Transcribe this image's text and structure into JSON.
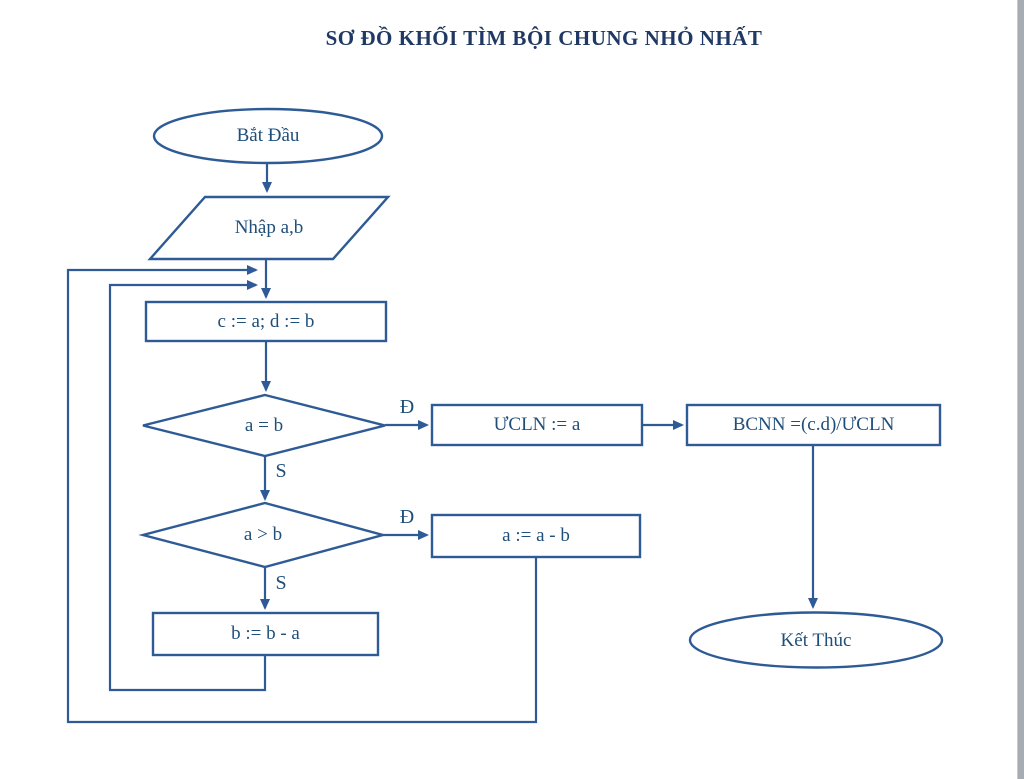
{
  "page": {
    "title": "SƠ ĐỒ KHỐI TÌM BỘI CHUNG NHỎ NHẤT"
  },
  "flowchart": {
    "colors": {
      "stroke": "#2e5b95",
      "node_text": "#1f4e79",
      "title_text": "#1f3864",
      "page_edge": "#a6acb2"
    },
    "nodes": {
      "start": {
        "type": "terminator",
        "label": "Bắt Đầu"
      },
      "input": {
        "type": "io",
        "label": "Nhập a,b"
      },
      "assign_cd": {
        "type": "process",
        "label": "c := a; d := b"
      },
      "cond_eq": {
        "type": "decision",
        "label": "a = b"
      },
      "ucln": {
        "type": "process",
        "label": "ƯCLN := a"
      },
      "bcnn": {
        "type": "process",
        "label": "BCNN =(c.d)/ƯCLN"
      },
      "cond_gt": {
        "type": "decision",
        "label": "a > b"
      },
      "assign_a": {
        "type": "process",
        "label": "a := a - b"
      },
      "assign_b": {
        "type": "process",
        "label": "b := b - a"
      },
      "end": {
        "type": "terminator",
        "label": "Kết Thúc"
      }
    },
    "edge_labels": {
      "eq_yes": "Đ",
      "eq_no": "S",
      "gt_yes": "Đ",
      "gt_no": "S"
    }
  }
}
